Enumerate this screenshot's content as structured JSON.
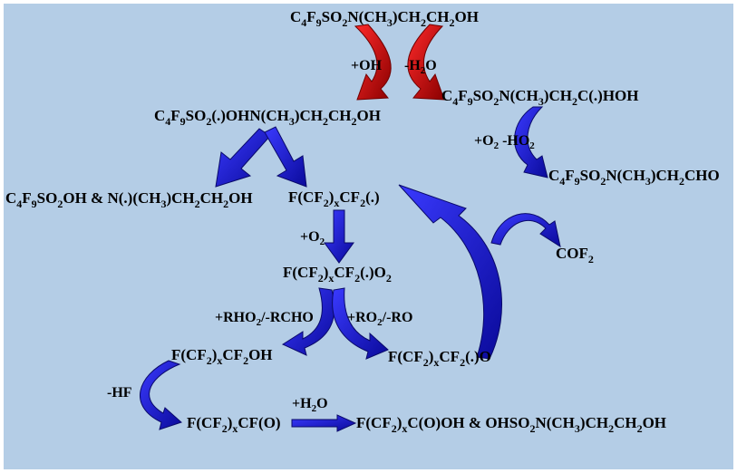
{
  "colors": {
    "background": "#b4cde6",
    "frame": "#ffffff",
    "arrow_blue": "#1f1fe0",
    "arrow_blue_dark": "#0a0a8a",
    "arrow_red": "#e01010",
    "arrow_red_dark": "#800000",
    "text": "#000000"
  },
  "species": [
    {
      "id": "parent",
      "segs": [
        [
          "C"
        ],
        [
          "4",
          "sub"
        ],
        [
          "F"
        ],
        [
          "9",
          "sub"
        ],
        [
          "SO"
        ],
        [
          "2",
          "sub"
        ],
        [
          "N(CH"
        ],
        [
          "3",
          "sub"
        ],
        [
          ")CH"
        ],
        [
          "2",
          "sub"
        ],
        [
          "CH"
        ],
        [
          "2",
          "sub"
        ],
        [
          "OH"
        ]
      ]
    },
    {
      "id": "c-radical",
      "segs": [
        [
          "C"
        ],
        [
          "4",
          "sub"
        ],
        [
          "F"
        ],
        [
          "9",
          "sub"
        ],
        [
          "SO"
        ],
        [
          "2",
          "sub"
        ],
        [
          "N(CH"
        ],
        [
          "3",
          "sub"
        ],
        [
          ")CH"
        ],
        [
          "2",
          "sub"
        ],
        [
          "C(.)HOH"
        ]
      ]
    },
    {
      "id": "o-radical",
      "segs": [
        [
          "C"
        ],
        [
          "4",
          "sub"
        ],
        [
          "F"
        ],
        [
          "9",
          "sub"
        ],
        [
          "SO"
        ],
        [
          "2",
          "sub"
        ],
        [
          "(.)OHN(CH"
        ],
        [
          "3",
          "sub"
        ],
        [
          ")CH"
        ],
        [
          "2",
          "sub"
        ],
        [
          "CH"
        ],
        [
          "2",
          "sub"
        ],
        [
          "OH"
        ]
      ]
    },
    {
      "id": "aldehyde",
      "segs": [
        [
          "C"
        ],
        [
          "4",
          "sub"
        ],
        [
          "F"
        ],
        [
          "9",
          "sub"
        ],
        [
          "SO"
        ],
        [
          "2",
          "sub"
        ],
        [
          "N(CH"
        ],
        [
          "3",
          "sub"
        ],
        [
          ")CH"
        ],
        [
          "2",
          "sub"
        ],
        [
          "CHO"
        ]
      ]
    },
    {
      "id": "split-products",
      "segs": [
        [
          "C"
        ],
        [
          "4",
          "sub"
        ],
        [
          "F"
        ],
        [
          "9",
          "sub"
        ],
        [
          "SO"
        ],
        [
          "2",
          "sub"
        ],
        [
          "OH & N(.)(CH"
        ],
        [
          "3",
          "sub"
        ],
        [
          ")CH"
        ],
        [
          "2",
          "sub"
        ],
        [
          "CH"
        ],
        [
          "2",
          "sub"
        ],
        [
          "OH"
        ]
      ]
    },
    {
      "id": "perfluoroalkyl-radical",
      "segs": [
        [
          "F(CF"
        ],
        [
          "2",
          "sub"
        ],
        [
          ")"
        ],
        [
          "x",
          "sub"
        ],
        [
          "CF"
        ],
        [
          "2",
          "sub"
        ],
        [
          "(.)"
        ]
      ]
    },
    {
      "id": "cof2",
      "segs": [
        [
          "COF"
        ],
        [
          "2",
          "sub"
        ]
      ]
    },
    {
      "id": "peroxy-radical",
      "segs": [
        [
          "F(CF"
        ],
        [
          "2",
          "sub"
        ],
        [
          ")"
        ],
        [
          "x",
          "sub"
        ],
        [
          "CF"
        ],
        [
          "2",
          "sub"
        ],
        [
          "(.)O"
        ],
        [
          "2",
          "sub"
        ]
      ]
    },
    {
      "id": "alcohol",
      "segs": [
        [
          "F(CF"
        ],
        [
          "2",
          "sub"
        ],
        [
          ")"
        ],
        [
          "x",
          "sub"
        ],
        [
          "CF"
        ],
        [
          "2",
          "sub"
        ],
        [
          "OH"
        ]
      ]
    },
    {
      "id": "alkoxy-radical",
      "segs": [
        [
          "F(CF"
        ],
        [
          "2",
          "sub"
        ],
        [
          ")"
        ],
        [
          "x",
          "sub"
        ],
        [
          "CF"
        ],
        [
          "2",
          "sub"
        ],
        [
          "(.)O"
        ]
      ]
    },
    {
      "id": "acyl-fluoride",
      "segs": [
        [
          "F(CF"
        ],
        [
          "2",
          "sub"
        ],
        [
          ")"
        ],
        [
          "x",
          "sub"
        ],
        [
          "CF(O)"
        ]
      ]
    },
    {
      "id": "final-products",
      "segs": [
        [
          "F(CF"
        ],
        [
          "2",
          "sub"
        ],
        [
          ")"
        ],
        [
          "x",
          "sub"
        ],
        [
          "C(O)OH & OHSO"
        ],
        [
          "2",
          "sub"
        ],
        [
          "N(CH"
        ],
        [
          "3",
          "sub"
        ],
        [
          ")CH"
        ],
        [
          "2",
          "sub"
        ],
        [
          "CH"
        ],
        [
          "2",
          "sub"
        ],
        [
          "OH"
        ]
      ]
    }
  ],
  "reagents": [
    {
      "id": "plus-oh",
      "segs": [
        [
          "+OH"
        ]
      ]
    },
    {
      "id": "minus-h2o",
      "segs": [
        [
          "-H"
        ],
        [
          "2",
          "sub"
        ],
        [
          "O"
        ]
      ]
    },
    {
      "id": "plus-o2-minus-ho2",
      "segs": [
        [
          "+O"
        ],
        [
          "2",
          "sub"
        ],
        [
          " -HO"
        ],
        [
          "2",
          "sub"
        ]
      ]
    },
    {
      "id": "plus-o2",
      "segs": [
        [
          "+O"
        ],
        [
          "2",
          "sub"
        ]
      ]
    },
    {
      "id": "rho2-rcho",
      "segs": [
        [
          "+RHO"
        ],
        [
          "2",
          "sub"
        ],
        [
          "/-RCHO"
        ]
      ]
    },
    {
      "id": "ro2-ro",
      "segs": [
        [
          "+RO"
        ],
        [
          "2",
          "sub"
        ],
        [
          "/-RO"
        ]
      ]
    },
    {
      "id": "minus-hf",
      "segs": [
        [
          "-HF"
        ]
      ]
    },
    {
      "id": "plus-h2o",
      "segs": [
        [
          "+H"
        ],
        [
          "2",
          "sub"
        ],
        [
          "O"
        ]
      ]
    }
  ]
}
